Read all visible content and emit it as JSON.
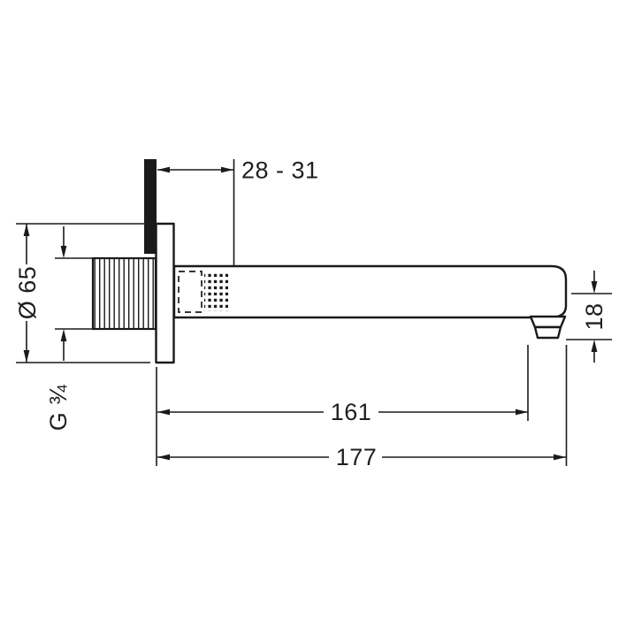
{
  "drawing": {
    "background_color": "#ffffff",
    "line_color": "#1a1a1a",
    "labels": {
      "wall_clearance": "28 - 31",
      "escutcheon_diameter": "Ø 65",
      "thread_size": "G ¾",
      "spout_tip_height": "18",
      "length_to_outlet": "161",
      "total_projection": "177"
    }
  }
}
